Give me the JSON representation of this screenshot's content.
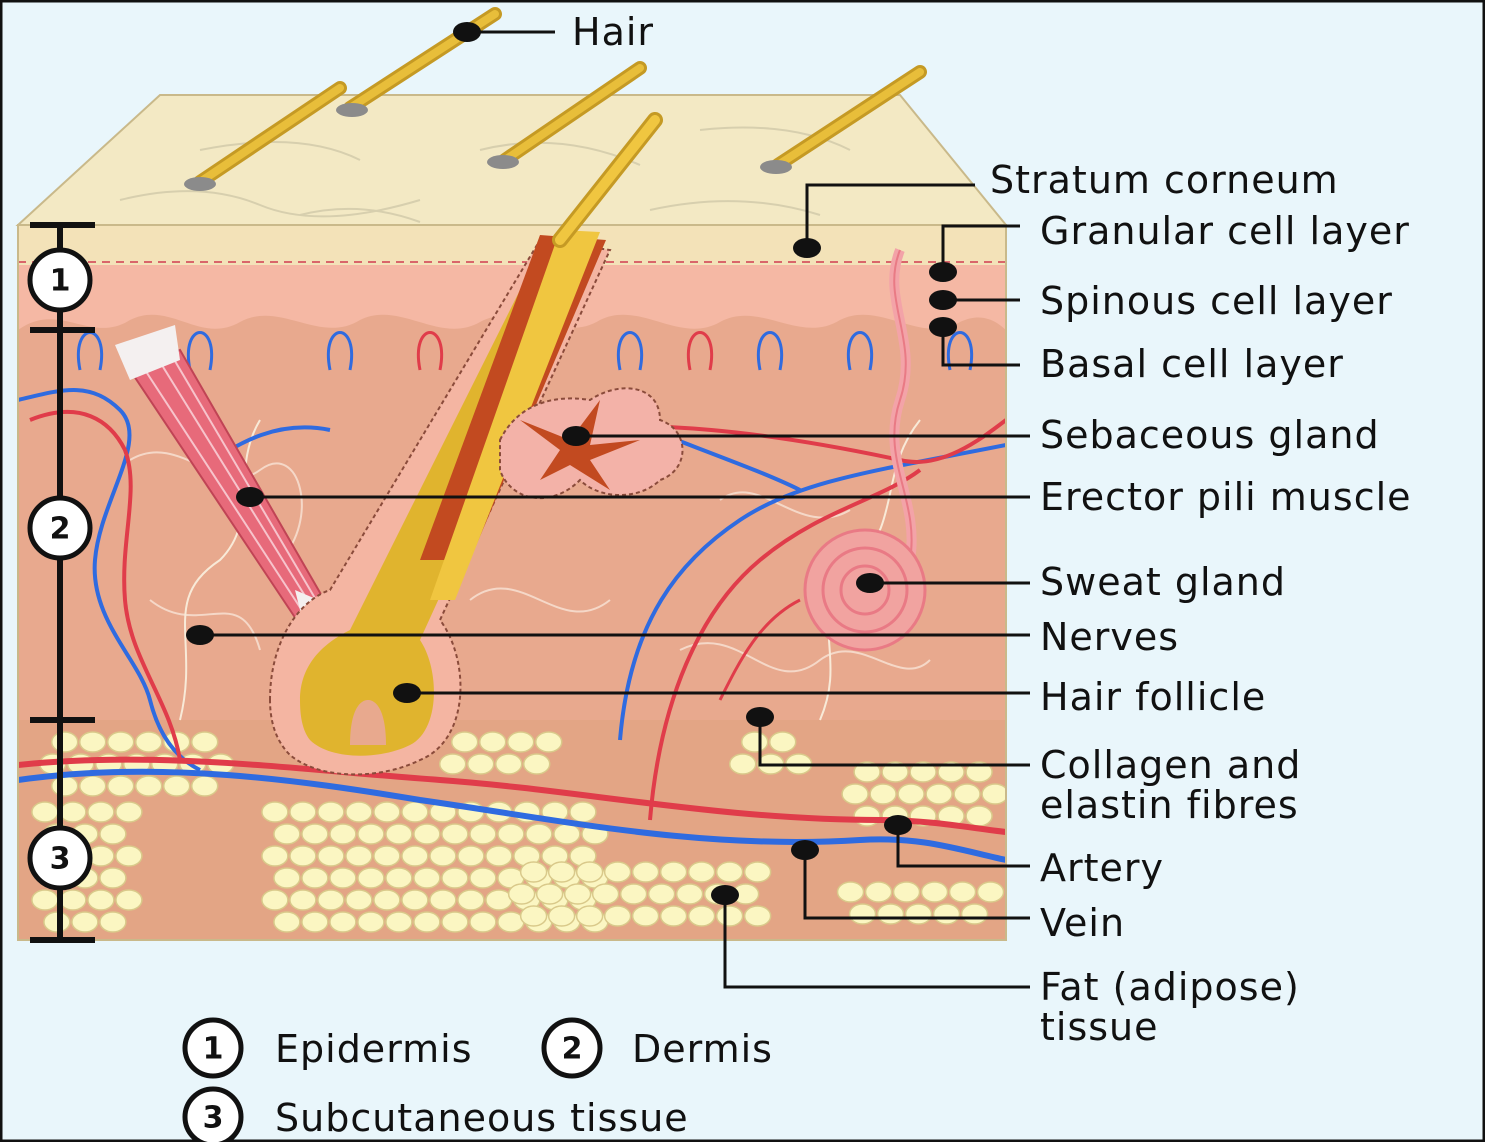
{
  "labels": {
    "hair": "Hair",
    "stratum_corneum": "Stratum corneum",
    "granular_cell_layer": "Granular cell layer",
    "spinous_cell_layer": "Spinous cell layer",
    "basal_cell_layer": "Basal cell layer",
    "sebaceous_gland": "Sebaceous gland",
    "erector_pili_muscle": "Erector pili muscle",
    "sweat_gland": "Sweat gland",
    "nerves": "Nerves",
    "hair_follicle": "Hair follicle",
    "collagen_line1": "Collagen and",
    "collagen_line2": "elastin fibres",
    "artery": "Artery",
    "vein": "Vein",
    "fat_line1": "Fat (adipose)",
    "fat_line2": "tissue"
  },
  "layer_numbers": {
    "one": "1",
    "two": "2",
    "three": "3"
  },
  "legend": {
    "epidermis": "Epidermis",
    "dermis": "Dermis",
    "subcutaneous": "Subcutaneous tissue"
  },
  "colors": {
    "background": "#e9f6fb",
    "surface": "#f3e9c4",
    "epidermis": "#f5b8a4",
    "dermis": "#e8a98e",
    "fat": "#fbf6c2",
    "hair": "#e0b42e",
    "artery": "#e03c4a",
    "vein": "#2f6be0",
    "muscle": "#e76a7a",
    "gland": "#f1a3a0"
  }
}
